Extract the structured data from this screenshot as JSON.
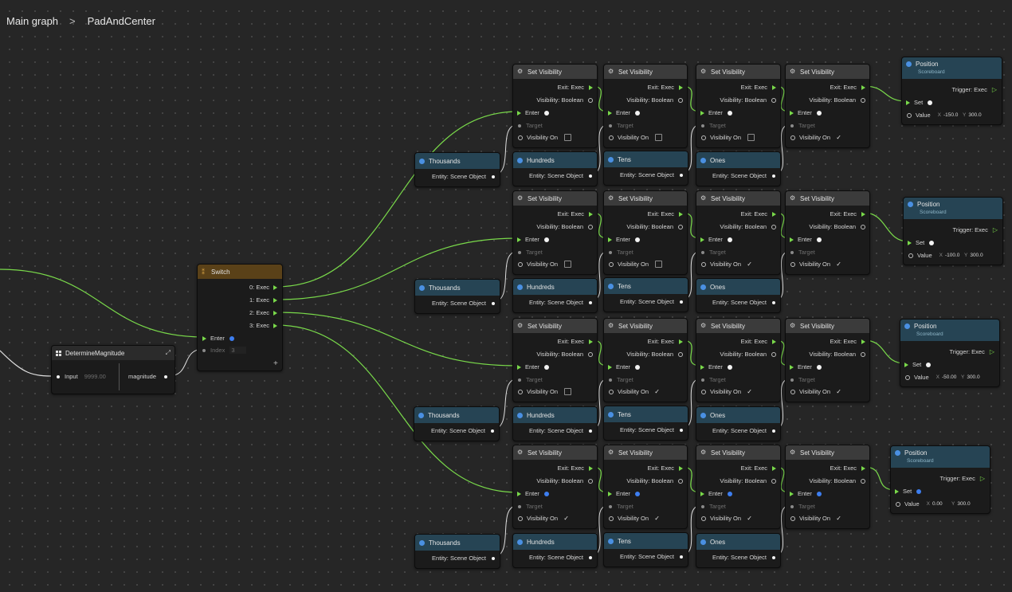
{
  "breadcrumb": {
    "root": "Main graph",
    "sep": ">",
    "current": "PadAndCenter"
  },
  "determine": {
    "title": "DetermineMagnitude",
    "input_label": "Input",
    "input_value": "9999.00",
    "output_label": "magnitude"
  },
  "switch": {
    "title": "Switch",
    "outputs": [
      "0: Exec",
      "1: Exec",
      "2: Exec",
      "3: Exec"
    ],
    "enter": "Enter",
    "index_label": "Index",
    "index_value": "3",
    "add": "+"
  },
  "setvis": {
    "title": "Set Visibility",
    "exit": "Exit: Exec",
    "visibility": "Visibility: Boolean",
    "enter": "Enter",
    "target": "Target",
    "vis_on": "Visibility On"
  },
  "entity": {
    "port": "Entity: Scene Object",
    "names": [
      "Thousands",
      "Hundreds",
      "Tens",
      "Ones"
    ]
  },
  "position": {
    "title": "Position",
    "subtitle": "Scoreboard",
    "trigger": "Trigger: Exec",
    "set": "Set",
    "value": "Value",
    "x_label": "X",
    "y_label": "Y"
  },
  "rows": [
    {
      "checks": [
        false,
        false,
        false,
        true
      ],
      "pos_x": "-150.0",
      "pos_y": "300.0"
    },
    {
      "checks": [
        false,
        false,
        true,
        true
      ],
      "pos_x": "-100.0",
      "pos_y": "300.0"
    },
    {
      "checks": [
        false,
        true,
        true,
        true
      ],
      "pos_x": "-50.00",
      "pos_y": "300.0"
    },
    {
      "checks": [
        true,
        true,
        true,
        true
      ],
      "pos_x": "0.00",
      "pos_y": "300.0"
    }
  ],
  "colors": {
    "exec_wire": "#79d94a",
    "data_wire": "#e0e0e0",
    "accent_blue": "#3d7ef0",
    "canvas": "#262626"
  }
}
